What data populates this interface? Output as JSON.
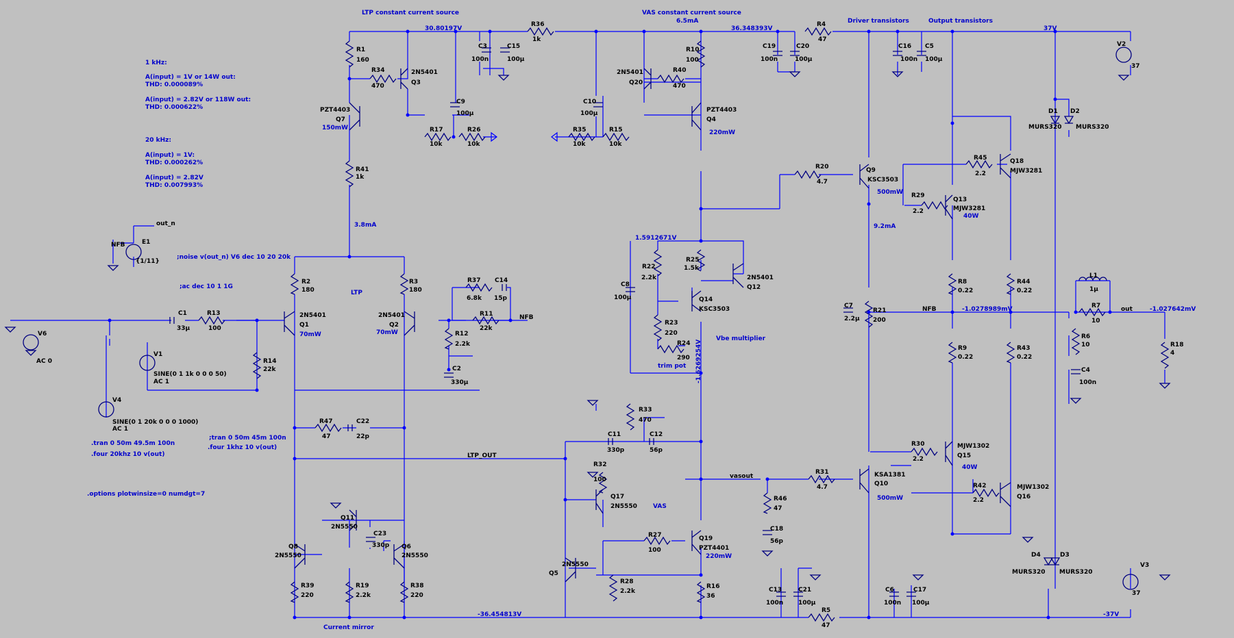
{
  "colors": {
    "background": "#c0c0c0",
    "wire": "#0000ff",
    "part": "#000080",
    "label": "#0000cc"
  },
  "sections": {
    "ltp_ccs": "LTP constant current source",
    "vas_ccs": "VAS constant current source",
    "drivers": "Driver transistors",
    "outputs": "Output transistors",
    "ltp": "LTP",
    "vbe": "Vbe multiplier",
    "vas": "VAS",
    "mirror": "Current mirror",
    "trim": "trim pot"
  },
  "notes": [
    "1 kHz:",
    "A(input) = 1V or 14W out:",
    "THD: 0.000089%",
    "A(input) = 2.82V or 118W out:",
    "THD: 0.000622%",
    "20 kHz:",
    "A(input) = 1V:",
    "THD: 0.000262%",
    "A(input) = 2.82V",
    "THD: 0.007993%"
  ],
  "directives": {
    "noise": ";noise v(out_n) V6 dec 10 20 20k",
    "ac": ";ac dec 10 1 1G",
    "tran1": ";tran 0 50m 45m 100n",
    "four1": ".four 1khz 10 v(out)",
    "tran2": ".tran 0 50m 49.5m 100n",
    "four2": ".four 20khz 10 v(out)",
    "options": ".options plotwinsize=0 numdgt=7"
  },
  "nets": {
    "v1": "30.80197V",
    "v2": "36.348393V",
    "v3": "37V",
    "v4": "6.5mA",
    "v5": "3.8mA",
    "v6": "1.5912671V",
    "v7": "9.2mA",
    "v8": "-1.6269254V",
    "v9": "-1.0278989mV",
    "v10": "-1.027642mV",
    "v11": "-36.454813V",
    "v12": "-37V",
    "nfb": "NFB",
    "out": "out",
    "outn": "out_n",
    "nfb2": "NFB",
    "ltpout": "LTP_OUT",
    "vasout": "vasout"
  },
  "powers": {
    "q7": "150mW",
    "q4": "220mW",
    "q1": "70mW",
    "q2": "70mW",
    "q9": "500mW",
    "q10": "500mW",
    "q13": "40W",
    "q15": "40W",
    "q19": "220mW"
  },
  "parts": {
    "r1": [
      "R1",
      "160"
    ],
    "r34": [
      "R34",
      "470"
    ],
    "r17": [
      "R17",
      "10k"
    ],
    "r26": [
      "R26",
      "10k"
    ],
    "r41": [
      "R41",
      "1k"
    ],
    "r36": [
      "R36",
      "1k"
    ],
    "r10": [
      "R10",
      "100"
    ],
    "r40": [
      "R40",
      "470"
    ],
    "r35": [
      "R35",
      "10k"
    ],
    "r15": [
      "R15",
      "10k"
    ],
    "r4": [
      "R4",
      "47"
    ],
    "r20": [
      "R20",
      "4.7"
    ],
    "r45": [
      "R45",
      "2.2"
    ],
    "r29": [
      "R29",
      "2.2"
    ],
    "r25": [
      "R25",
      "1.5k"
    ],
    "r22": [
      "R22",
      "2.2k"
    ],
    "r23": [
      "R23",
      "220"
    ],
    "r24": [
      "R24",
      "290"
    ],
    "r21": [
      "R21",
      "200"
    ],
    "r8": [
      "R8",
      "0.22"
    ],
    "r44": [
      "R44",
      "0.22"
    ],
    "r9": [
      "R9",
      "0.22"
    ],
    "r43": [
      "R43",
      "0.22"
    ],
    "r7": [
      "R7",
      "10"
    ],
    "r6": [
      "R6",
      "10"
    ],
    "r18": [
      "R18",
      "4"
    ],
    "r2": [
      "R2",
      "180"
    ],
    "r3": [
      "R3",
      "180"
    ],
    "r13": [
      "R13",
      "100"
    ],
    "r14": [
      "R14",
      "22k"
    ],
    "r37": [
      "R37",
      "6.8k"
    ],
    "r11": [
      "R11",
      "22k"
    ],
    "r12": [
      "R12",
      "2.2k"
    ],
    "r47": [
      "R47",
      "47"
    ],
    "r33": [
      "R33",
      "470"
    ],
    "r32": [
      "R32",
      "100"
    ],
    "r27": [
      "R27",
      "100"
    ],
    "r28": [
      "R28",
      "2.2k"
    ],
    "r16": [
      "R16",
      "36"
    ],
    "r31": [
      "R31",
      "4.7"
    ],
    "r46": [
      "R46",
      "47"
    ],
    "r30": [
      "R30",
      "2.2"
    ],
    "r42": [
      "R42",
      "2.2"
    ],
    "r39": [
      "R39",
      "220"
    ],
    "r19": [
      "R19",
      "2.2k"
    ],
    "r38": [
      "R38",
      "220"
    ],
    "r5": [
      "R5",
      "47"
    ],
    "c3": [
      "C3",
      "100n"
    ],
    "c15": [
      "C15",
      "100µ"
    ],
    "c9": [
      "C9",
      "100µ"
    ],
    "c10": [
      "C10",
      "100µ"
    ],
    "c19": [
      "C19",
      "100n"
    ],
    "c20": [
      "C20",
      "100µ"
    ],
    "c16": [
      "C16",
      "100n"
    ],
    "c5": [
      "C5",
      "100µ"
    ],
    "c8": [
      "C8",
      "100µ"
    ],
    "c7": [
      "C7",
      "2.2µ"
    ],
    "c4": [
      "C4",
      "100n"
    ],
    "c1": [
      "C1",
      "33µ"
    ],
    "c14": [
      "C14",
      "15p"
    ],
    "c2": [
      "C2",
      "330µ"
    ],
    "c22": [
      "C22",
      "22p"
    ],
    "c11": [
      "C11",
      "330p"
    ],
    "c12": [
      "C12",
      "56p"
    ],
    "c18": [
      "C18",
      "56p"
    ],
    "c23": [
      "C23",
      "330p"
    ],
    "c13": [
      "C13",
      "100n"
    ],
    "c21": [
      "C21",
      "100µ"
    ],
    "c6": [
      "C6",
      "100n"
    ],
    "c17": [
      "C17",
      "100µ"
    ],
    "l1": [
      "L1",
      "1µ"
    ],
    "q3": [
      "2N5401",
      "Q3"
    ],
    "q7": [
      "PZT4403",
      "Q7"
    ],
    "q20": [
      "2N5401",
      "Q20"
    ],
    "q4": [
      "PZT4403",
      "Q4"
    ],
    "q9": [
      "Q9",
      "KSC3503"
    ],
    "q18": [
      "Q18",
      "MJW3281"
    ],
    "q13": [
      "Q13",
      "MJW3281"
    ],
    "q14": [
      "Q14",
      "KSC3503"
    ],
    "q12": [
      "2N5401",
      "Q12"
    ],
    "q1": [
      "2N5401",
      "Q1"
    ],
    "q2": [
      "2N5401",
      "Q2"
    ],
    "q17": [
      "Q17",
      "2N5550"
    ],
    "q10": [
      "KSA1381",
      "Q10"
    ],
    "q15": [
      "MJW1302",
      "Q15"
    ],
    "q16": [
      "MJW1302",
      "Q16"
    ],
    "q19": [
      "Q19",
      "PZT4401"
    ],
    "q11": [
      "Q11",
      "2N5550"
    ],
    "q8": [
      "Q8",
      "2N5550"
    ],
    "q6": [
      "Q6",
      "2N5550"
    ],
    "q5": [
      "Q5",
      "2N5550"
    ],
    "d1": [
      "D1",
      "MURS320"
    ],
    "d2": [
      "D2",
      "MURS320"
    ],
    "d3": [
      "D3",
      "MURS320"
    ],
    "d4": [
      "D4",
      "MURS320"
    ],
    "e1": [
      "E1",
      "{1/11}"
    ],
    "v2": [
      "V2",
      "37"
    ],
    "v3": [
      "V3",
      "37"
    ],
    "v6": [
      "V6",
      "AC 0"
    ],
    "v1src": [
      "V1",
      "SINE(0 1 1k 0 0 0 50)",
      "AC 1"
    ],
    "v4src": [
      "V4",
      "SINE(0 1 20k 0 0 0 1000)",
      "AC 1"
    ]
  }
}
